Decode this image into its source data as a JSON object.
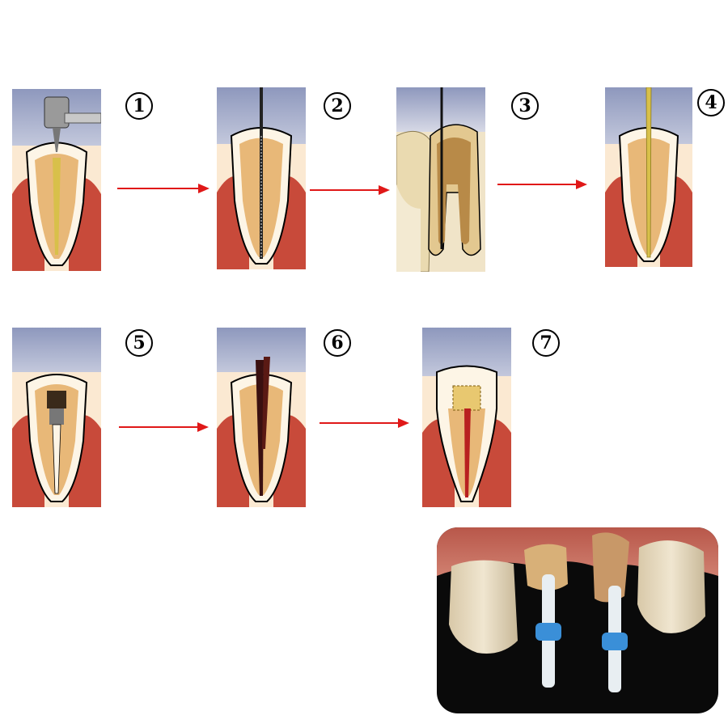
{
  "steps": [
    {
      "number": "1",
      "label": "step-1-access-opening"
    },
    {
      "number": "2",
      "label": "step-2-canal-filing"
    },
    {
      "number": "3",
      "label": "step-3-canal-shaping"
    },
    {
      "number": "4",
      "label": "step-4-canal-filling"
    },
    {
      "number": "5",
      "label": "step-5-post-space-preparation"
    },
    {
      "number": "6",
      "label": "step-6-post-placement"
    },
    {
      "number": "7",
      "label": "step-7-core-and-crown"
    }
  ],
  "colors": {
    "arrow": "#e01818",
    "gum": "#c84a3a",
    "dentin": "#e8b878",
    "enamel": "#fdf5e6",
    "sky": "#9aa3c4",
    "canal": "#d8c04a",
    "post_band": "#3a8fd8"
  }
}
